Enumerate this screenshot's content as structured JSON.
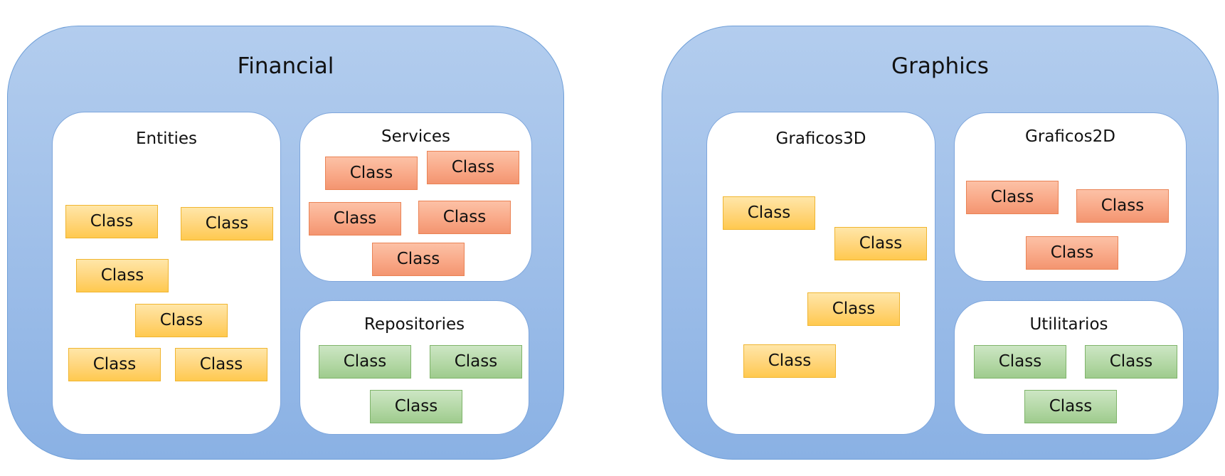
{
  "modules": {
    "financial": {
      "title": "Financial",
      "entities": {
        "title": "Entities",
        "classes": [
          "Class",
          "Class",
          "Class",
          "Class",
          "Class",
          "Class"
        ]
      },
      "services": {
        "title": "Services",
        "classes": [
          "Class",
          "Class",
          "Class",
          "Class",
          "Class"
        ]
      },
      "repositories": {
        "title": "Repositories",
        "classes": [
          "Class",
          "Class",
          "Class"
        ]
      }
    },
    "graphics": {
      "title": "Graphics",
      "graficos3d": {
        "title": "Graficos3D",
        "classes": [
          "Class",
          "Class",
          "Class",
          "Class"
        ]
      },
      "graficos2d": {
        "title": "Graficos2D",
        "classes": [
          "Class",
          "Class",
          "Class"
        ]
      },
      "utilitarios": {
        "title": "Utilitarios",
        "classes": [
          "Class",
          "Class",
          "Class"
        ]
      }
    }
  },
  "colors": {
    "module_fill": "#9fbfe9",
    "entity_class": "#ffd57a",
    "service_class": "#f9a988",
    "repository_class": "#b4d8a6"
  }
}
